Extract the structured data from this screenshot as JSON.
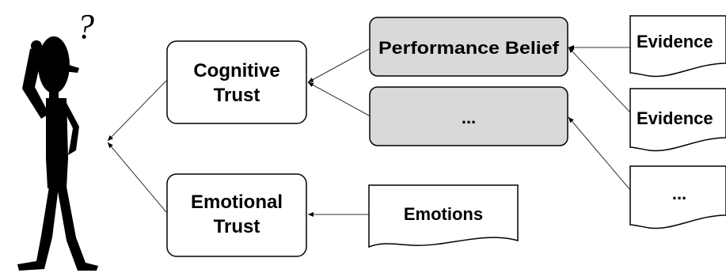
{
  "diagram": {
    "figure": {
      "question_mark": "?"
    },
    "nodes": {
      "cognitive_trust": {
        "line1": "Cognitive",
        "line2": "Trust"
      },
      "emotional_trust": {
        "line1": "Emotional",
        "line2": "Trust"
      },
      "performance_belief": {
        "label": "Performance Belief"
      },
      "other_belief": {
        "label": "..."
      },
      "emotions": {
        "label": "Emotions"
      },
      "evidence_1": {
        "label": "Evidence"
      },
      "evidence_2": {
        "label": "Evidence"
      },
      "evidence_3": {
        "label": "..."
      }
    },
    "colors": {
      "trust_box_fill": "#ffffff",
      "belief_box_fill": "#d9d9d9",
      "stroke": "#000000",
      "arrow": "#333333"
    }
  }
}
